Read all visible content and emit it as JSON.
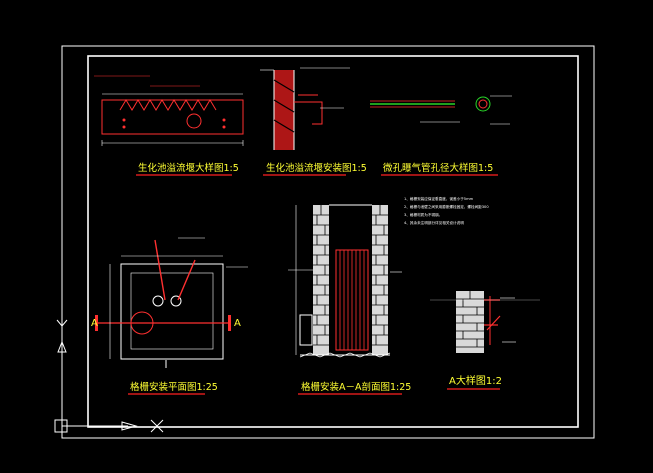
{
  "titles": {
    "weir_detail": "生化池溢流堰大样图1:5",
    "weir_install": "生化池溢流堰安装图1:5",
    "aeration_pipe": "微孔曝气管孔径大样图1:5",
    "gate_plan": "格栅安装平面图1:25",
    "gate_section": "格栅安装A－A剖面图1:25",
    "detail_a": "A大样图1:2"
  },
  "section_marks": {
    "left": "A",
    "right": "A"
  },
  "notes": [
    "1、格栅安装应保证垂直度，误差小于5mm",
    "2、格栅与池壁之间采用膨胀螺栓固定，螺栓间距300",
    "3、格栅材质为不锈钢。",
    "4、其余未注明部分详见相关设计说明"
  ],
  "ucs": {
    "y": "Y",
    "x": "X"
  },
  "colors": {
    "background": "#000000",
    "line": "#ffffff",
    "red": "#ff3030",
    "title_text": "#ffff33",
    "underline": "#ff2020",
    "hatch": "#c01818",
    "green": "#29d629"
  }
}
